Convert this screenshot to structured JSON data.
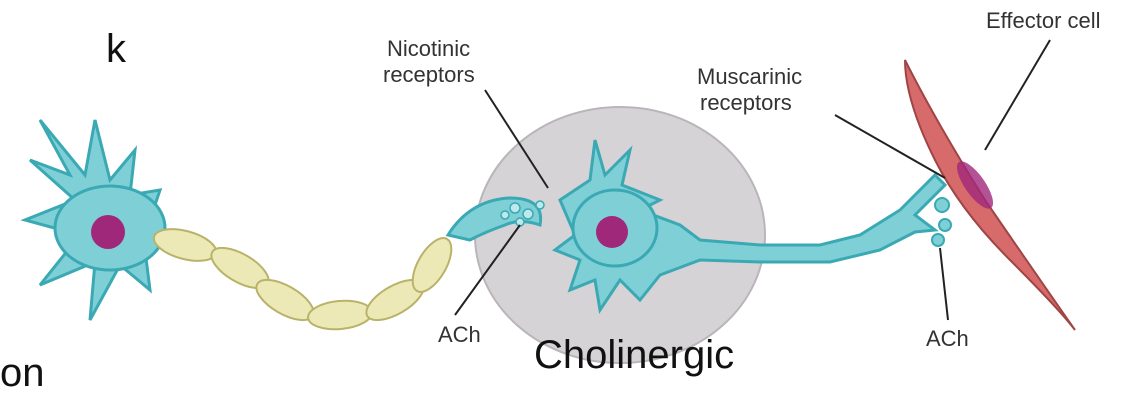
{
  "labels": {
    "nicotinic_line1": "Nicotinic",
    "nicotinic_line2": "receptors",
    "muscarinic_line1": "Muscarinic",
    "muscarinic_line2": "receptors",
    "effector_cell": "Effector cell",
    "ach_left": "ACh",
    "ach_right": "ACh",
    "cholinergic": "Cholinergic",
    "cut_top": "k",
    "cut_bottom": "on"
  },
  "colors": {
    "neuron": "#7fd0d6",
    "neuron_outline": "#3aa9b4",
    "nucleus": "#a0287a",
    "myelin": "#ece9b6",
    "ganglion": "#d6d3d6",
    "effector": "#d76a6a"
  }
}
